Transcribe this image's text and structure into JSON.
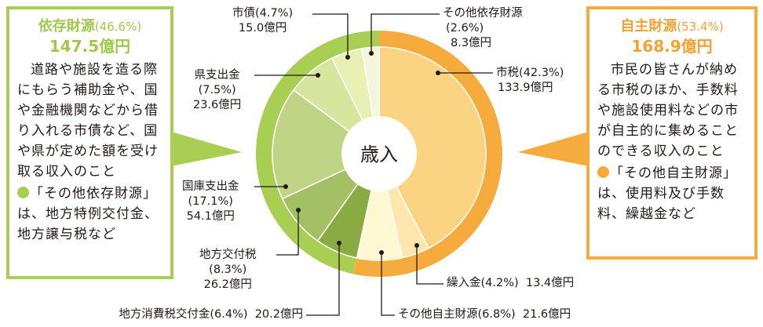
{
  "chart_data": {
    "type": "pie",
    "title": "歳入",
    "unit": "億円",
    "slices": [
      {
        "name": "市税",
        "percent": 42.3,
        "value": 133.9,
        "value_label": "133.9億円",
        "group": "own",
        "color": "#fad482"
      },
      {
        "name": "繰入金",
        "percent": 4.2,
        "value": 13.4,
        "value_label": "13.4億円",
        "group": "own",
        "color": "#fde7ae"
      },
      {
        "name": "その他自主財源",
        "percent": 6.8,
        "value": 21.6,
        "value_label": "21.6億円",
        "group": "own",
        "color": "#fff8d2"
      },
      {
        "name": "地方消費税交付金",
        "percent": 6.4,
        "value": 20.2,
        "value_label": "20.2億円",
        "group": "dep",
        "color": "#8aab44"
      },
      {
        "name": "地方交付税",
        "percent": 8.3,
        "value": 26.2,
        "value_label": "26.2億円",
        "group": "dep",
        "color": "#a3c065"
      },
      {
        "name": "国庫支出金",
        "percent": 17.1,
        "value": 54.1,
        "value_label": "54.1億円",
        "group": "dep",
        "color": "#bfd585"
      },
      {
        "name": "県支出金",
        "percent": 7.5,
        "value": 23.6,
        "value_label": "23.6億円",
        "group": "dep",
        "color": "#d6e69e"
      },
      {
        "name": "市債",
        "percent": 4.7,
        "value": 15.0,
        "value_label": "15.0億円",
        "group": "dep",
        "color": "#e9f0b4"
      },
      {
        "name": "その他依存財源",
        "percent": 2.6,
        "value": 8.3,
        "value_label": "8.3億円",
        "group": "dep",
        "color": "#f3f6dd"
      }
    ],
    "groups": [
      {
        "id": "own",
        "name": "自主財源",
        "percent": 53.4,
        "value": 168.9,
        "color": "#f5ac3c"
      },
      {
        "id": "dep",
        "name": "依存財源",
        "percent": 46.6,
        "value": 147.5,
        "color": "#a8cf53"
      }
    ],
    "pct_labels": [
      "(42.3%)",
      "(4.2%)",
      "(6.8%)",
      "(6.4%)",
      "(8.3%)",
      "(17.1%)",
      "(7.5%)",
      "(4.7%)",
      "(2.6%)"
    ]
  },
  "boxes": {
    "dependent": {
      "title": "依存財源",
      "pct": "(46.6%)",
      "amount": "147.5億円",
      "body": "道路や施設を造る際にもらう補助金や、国や金融機関などから借り入れる市債など、国や県が定めた額を受け取る収入のこと",
      "note": "「その他依存財源」は、地方特例交付金、地方譲与税など"
    },
    "own": {
      "title": "自主財源",
      "pct": "(53.4%)",
      "amount": "168.9億円",
      "body": "市民の皆さんが納める市税のほか、手数料や施設使用料などの市が自主的に集めることのできる収入のこと",
      "note": "「その他自主財源」は、使用料及び手数料、繰越金など"
    }
  }
}
